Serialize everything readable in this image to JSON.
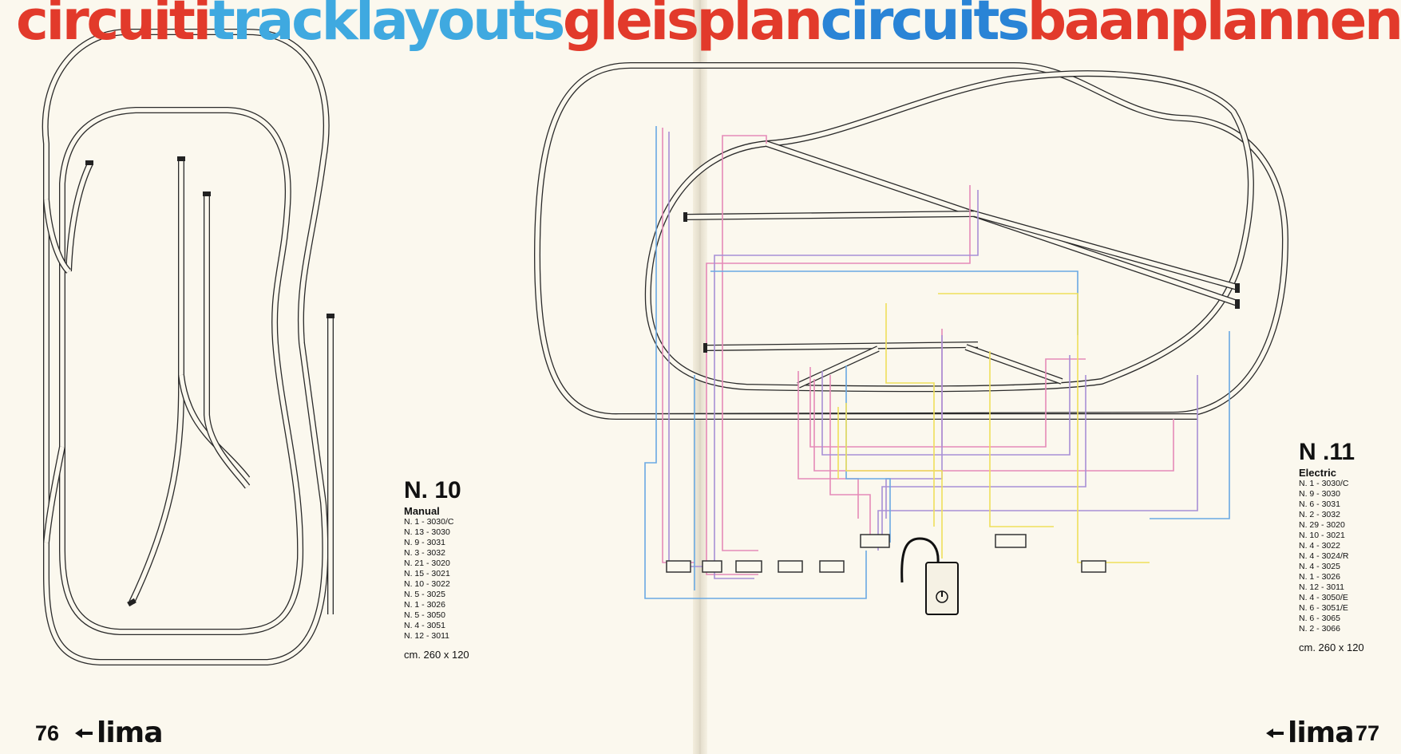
{
  "title_words": [
    {
      "text": "circuiti",
      "color": "#e23a2b"
    },
    {
      "text": "tracklayouts",
      "color": "#3fa9e0"
    },
    {
      "text": "gleis",
      "color": "#e23a2b"
    },
    {
      "text": "plan",
      "color": "#e23a2b"
    },
    {
      "text": "circuits",
      "color": "#2a84d6"
    },
    {
      "text": "baanplannen",
      "color": "#e23a2b"
    }
  ],
  "left_page": {
    "page_number": "76",
    "brand": "lima",
    "layout": {
      "number": "N. 10",
      "mode": "Manual",
      "parts": [
        "N.   1 - 3030/C",
        "N.  13 - 3030",
        "N.   9 - 3031",
        "N.   3 - 3032",
        "N.  21 - 3020",
        "N.  15 - 3021",
        "N.  10 - 3022",
        "N.   5 - 3025",
        "N.   1 - 3026",
        "N.   5 - 3050",
        "N.   4 - 3051",
        "N.  12 - 3011"
      ],
      "size": "cm.  260 x 120"
    }
  },
  "right_page": {
    "page_number": "77",
    "brand": "lima",
    "layout": {
      "number": "N .11",
      "mode": "Electric",
      "parts": [
        "N.   1 - 3030/C",
        "N.   9 - 3030",
        "N.   6 - 3031",
        "N.   2 - 3032",
        "N.  29 - 3020",
        "N.  10 - 3021",
        "N.   4 - 3022",
        "N.   4 - 3024/R",
        "N.   4 - 3025",
        "N.   1 - 3026",
        "N.  12 - 3011",
        "N.   4 - 3050/E",
        "N.   6 - 3051/E",
        "N.   6 - 3065",
        "N.   2 - 3066"
      ],
      "size": "cm.  260 x 120"
    }
  },
  "colors": {
    "track": "#2a2a2a",
    "wire_pink": "#e58ab8",
    "wire_blue": "#6aa9e3",
    "wire_purple": "#a88fd6",
    "wire_yellow": "#efe05a",
    "paper": "#fbf8ee"
  },
  "icons": [
    "lima-logo-icon",
    "transformer-icon",
    "switch-box-icon",
    "buffer-stop-icon"
  ]
}
